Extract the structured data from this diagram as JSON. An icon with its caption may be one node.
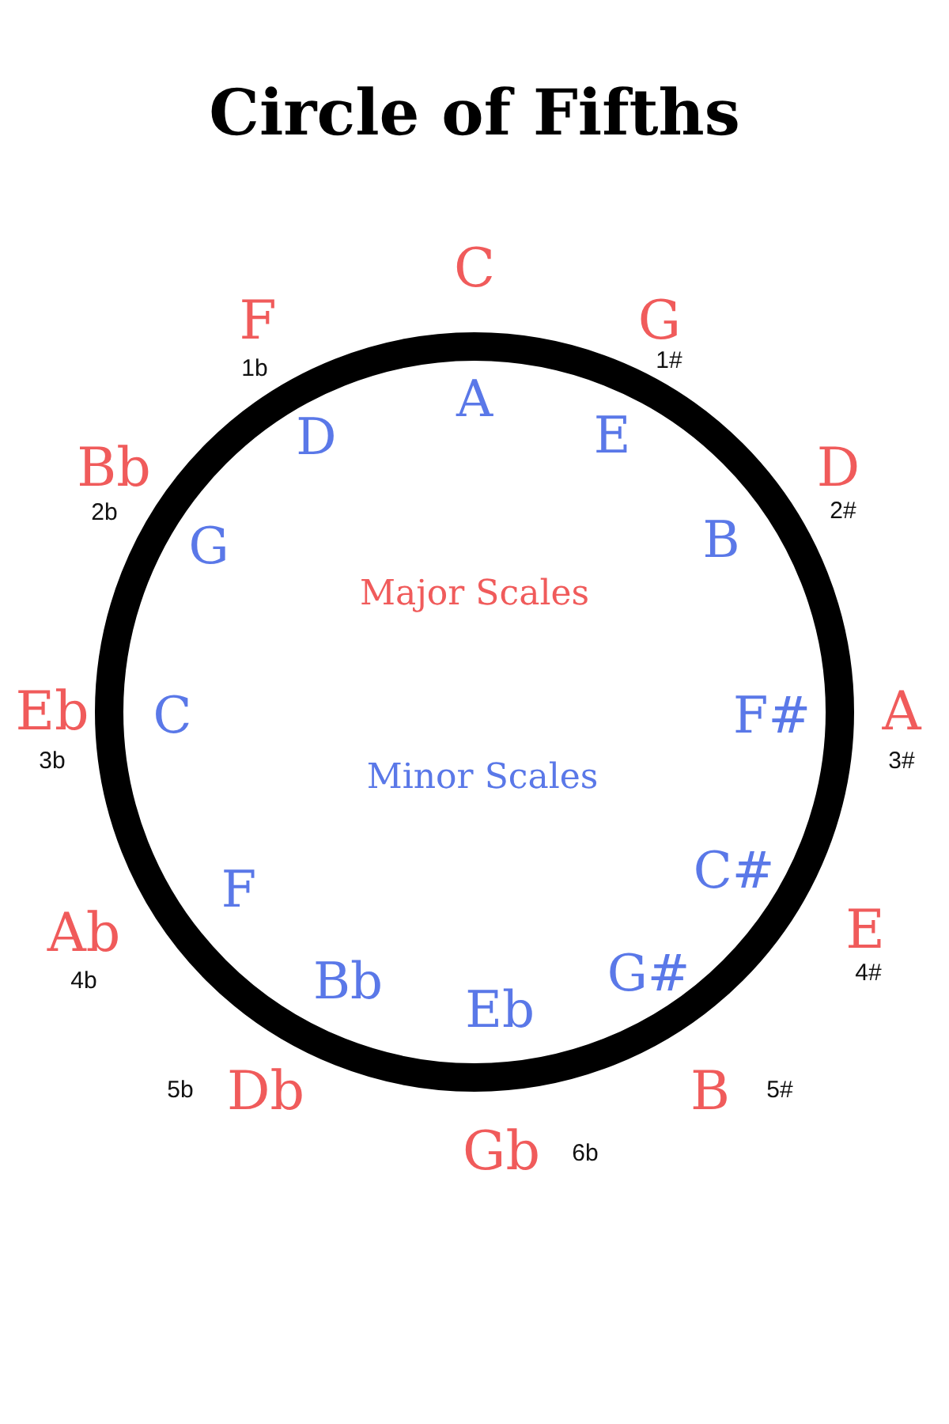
{
  "diagram": {
    "title": "Circle of Fifths",
    "nodes": [
      {
        "text": [
          "Major Scales",
          "Minor Scales"
        ]
      }
    ],
    "labels": [
      "C",
      "A",
      "G",
      "1#",
      "E",
      "D",
      "2#",
      "B",
      "A",
      "3#",
      "F#",
      "E",
      "4#",
      "C#",
      "B",
      "5#",
      "G#",
      "Gb",
      "6b",
      "Eb",
      "Db",
      "5b",
      "Bb",
      "Ab",
      "4b",
      "F",
      "Eb",
      "3b",
      "C",
      "Bb",
      "2b",
      "G",
      "F",
      "1b",
      "D"
    ]
  }
}
